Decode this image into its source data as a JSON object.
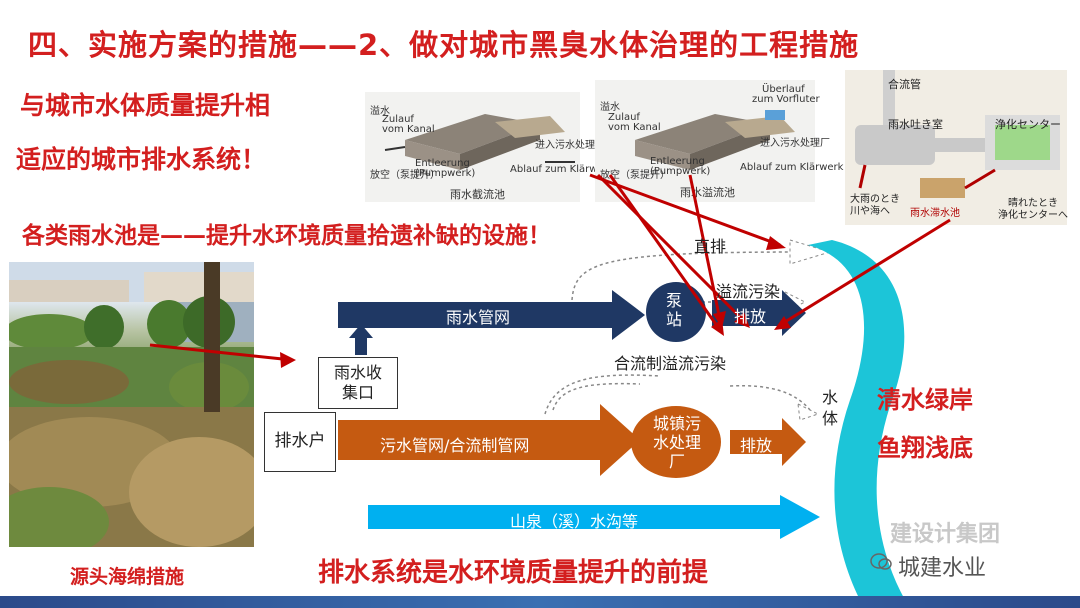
{
  "title": "四、实施方案的措施——2、做对城市黑臭水体治理的工程措施",
  "left_text": {
    "line1": "与城市水体质量提升相",
    "line2": "适应的城市排水系统！",
    "line3": "各类雨水池是——提升水环境质量拾遗补缺的设施！"
  },
  "photo_caption": "源头海绵措施",
  "bottom_statement": "排水系统是水环境质量提升的前提",
  "right_text": {
    "line1": "清水绿岸",
    "line2": "鱼翔浅底"
  },
  "images": {
    "storage_tank": {
      "caption": "雨水截流池",
      "labels": [
        "溢水",
        "Zulauf",
        "vom Kanal",
        "Entleerung",
        "(Pumpwerk)",
        "Ablauf zum Klärwerk",
        "进入污水处理厂",
        "放空（泵提升）"
      ]
    },
    "overflow_tank": {
      "caption": "雨水溢流池",
      "labels": [
        "溢水",
        "Zulauf",
        "vom Kanal",
        "Überlauf",
        "zum Vorfluter",
        "Entleerung",
        "(Pumpwerk)",
        "Ablauf zum Klärwerk",
        "进入污水处理厂",
        "放空（泵提升）"
      ]
    },
    "japan_diagram": {
      "labels": {
        "combined_pipe": "合流管",
        "spit_chamber": "雨水吐き室",
        "purify_center": "浄化センター",
        "heavy_rain": "大雨のとき",
        "river_sea": "川や海へ",
        "rain_pond": "雨水滞水池",
        "fine_weather": "晴れたとき",
        "to_center": "浄化センターへ"
      }
    }
  },
  "flow": {
    "direct_discharge": "直排",
    "overflow_pollution": "溢流污染",
    "rain_pipe": "雨水管网",
    "pump_station": "泵站",
    "discharge1": "排放",
    "cso": "合流制溢流污染",
    "rain_inlet": "雨水收集口",
    "household": "排水户",
    "sewage_pipe": "污水管网/合流制管网",
    "wwtp": "城镇污水处理厂",
    "discharge2": "排放",
    "stream": "山泉（溪）水沟等",
    "water_body": "水体"
  },
  "colors": {
    "title_red": "#d31f1f",
    "navy": "#1f3864",
    "orange": "#c55a11",
    "cyan": "#1cc5d8",
    "light_blue": "#00b0f0",
    "dark_red_arrow": "#c00000"
  },
  "watermark": "建设计集团",
  "wechat": "城建水业"
}
